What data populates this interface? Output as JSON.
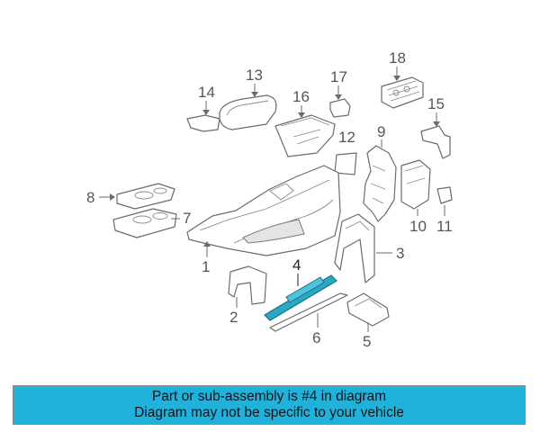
{
  "diagram": {
    "callouts": [
      "1",
      "2",
      "3",
      "4",
      "5",
      "6",
      "7",
      "8",
      "9",
      "10",
      "11",
      "12",
      "13",
      "14",
      "15",
      "16",
      "17",
      "18"
    ]
  },
  "banner": {
    "line1": "Part or sub-assembly is #4 in diagram",
    "line2": "Diagram may not be specific to your vehicle"
  },
  "colors": {
    "highlight_part": "#2aa8c4",
    "banner_background": "#1fb2dc",
    "line_art": "#6b6b6b"
  }
}
